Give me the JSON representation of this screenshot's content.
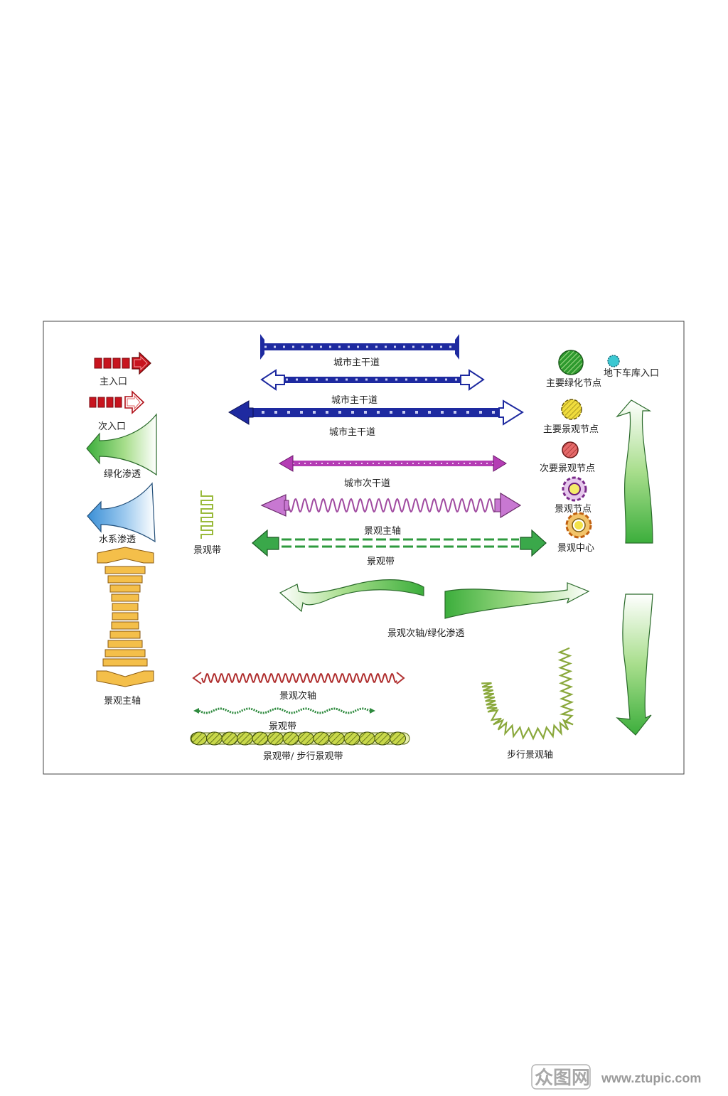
{
  "labels": {
    "main_entrance": "主入口",
    "secondary_entrance": "次入口",
    "green_infiltration": "绿化渗透",
    "water_infiltration": "水系渗透",
    "landscape_main_axis_left": "景观主轴",
    "landscape_belt_small": "景观带",
    "city_main_road_1": "城市主干道",
    "city_main_road_2": "城市主干道",
    "city_main_road_3": "城市主干道",
    "city_secondary_road": "城市次干道",
    "landscape_main_axis": "景观主轴",
    "landscape_belt": "景观带",
    "secondary_axis_green": "景观次轴/绿化渗透",
    "landscape_secondary_axis": "景观次轴",
    "landscape_belt_2": "景观带",
    "belt_walk": "景观带/ 步行景观带",
    "walking_axis": "步行景观轴",
    "main_green_node": "主要绿化节点",
    "underground_garage": "地下车库入口",
    "main_landscape_node": "主要景观节点",
    "secondary_landscape_node": "次要景观节点",
    "landscape_node": "景观节点",
    "landscape_center": "景观中心"
  },
  "watermark": {
    "logo": "众图网",
    "url": "www.ztupic.com"
  },
  "colors": {
    "red": "#c8141e",
    "navy": "#1e2aa0",
    "purple": "#b43cb4",
    "violet": "#c878d2",
    "green": "#46b446",
    "light_green": "#a6dc82",
    "blue": "#5aa0dc",
    "gold": "#f0b43c",
    "olive": "#aac83c",
    "frame": "#444444"
  }
}
